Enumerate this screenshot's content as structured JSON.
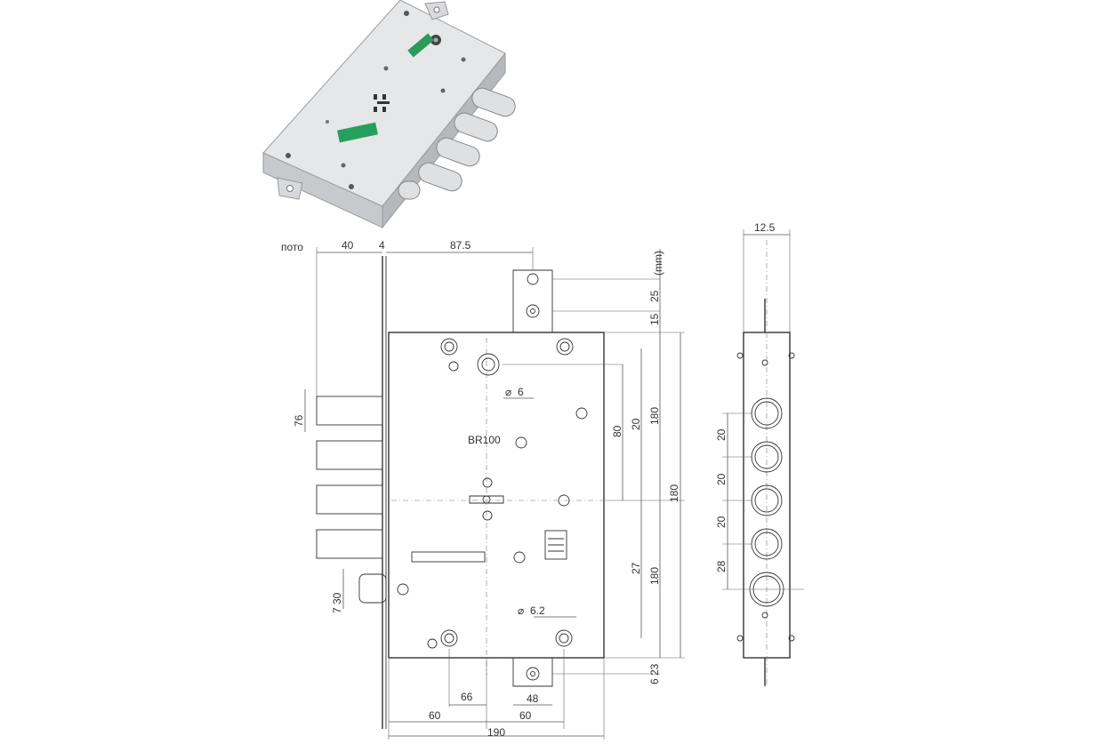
{
  "product_image": {
    "icon": "mortice-lock-3d-render-icon"
  },
  "dimensions": {
    "top_unit": "пото",
    "top_1": "40",
    "top_2": "4",
    "top_3": "87.5",
    "side_header": "(mm)",
    "right_25": "25",
    "right_15": "15",
    "v_80": "80",
    "v_20": "20",
    "v_180_top": "180",
    "v_180_total": "180",
    "v_27": "27",
    "v_180_bottom": "180",
    "right_6_23": "6 23",
    "diam_6": "6",
    "diam_6_2": "6.2",
    "diam_76": "76",
    "diam_7_30": "7 30",
    "model_label": "BR100",
    "bottom_66": "66",
    "bottom_48": "48",
    "bottom_60_left": "60",
    "bottom_60_right": "60",
    "bottom_190": "190",
    "profile_12_5": "12.5",
    "profile_20_a": "20",
    "profile_20_b": "20",
    "profile_20_c": "20",
    "profile_28": "28"
  }
}
